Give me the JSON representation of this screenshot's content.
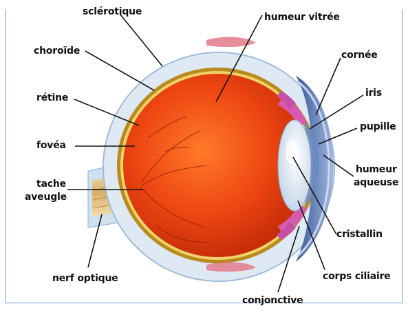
{
  "labels": {
    "sclerotique": "sclérotique",
    "humeur_vitree": "humeur vitrée",
    "choroide": "choroïde",
    "cornee": "cornée",
    "iris": "iris",
    "retine": "rétine",
    "pupille": "pupille",
    "fovea": "fovéa",
    "humeur_aqueuse_1": "humeur",
    "humeur_aqueuse_2": "aqueuse",
    "tache_aveugle_1": "tache",
    "tache_aveugle_2": "aveugle",
    "cristallin": "cristallin",
    "nerf_optique": "nerf optique",
    "corps_ciliaire": "corps ciliaire",
    "conjonctive": "conjonctive"
  },
  "colors": {
    "vitreous": "#e63b0e",
    "sclera": "#dfe9f3",
    "choroid": "#b98a1c",
    "cornea_blue": "#4a6fb0",
    "lens": "#e8eef6",
    "iris_pink": "#d65bb0",
    "nerve": "#e9c88a",
    "leader": "#111111",
    "frame": "#6f9bd6"
  }
}
